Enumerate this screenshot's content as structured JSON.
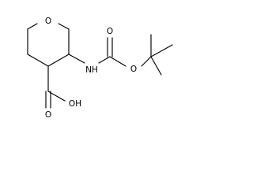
{
  "molecule": {
    "atom_labels": {
      "ring_oxygen": "O",
      "carbonyl_oxygen": "O",
      "ester_oxygen": "O",
      "amine_nh": "NH",
      "acid_oh": "OH",
      "acid_carbonyl_oxygen": "O"
    }
  }
}
